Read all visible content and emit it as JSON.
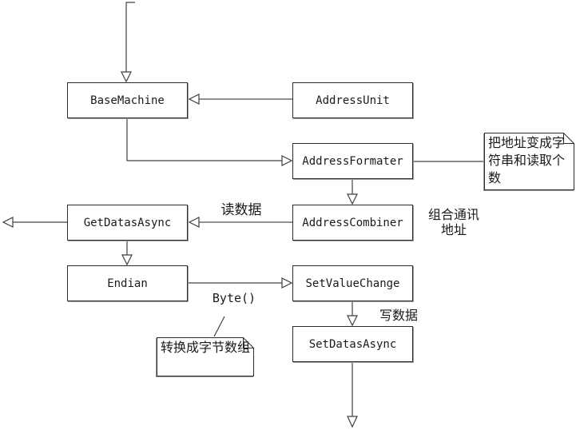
{
  "colors": {
    "background": "#ffffff",
    "box_fill": "#ffffff",
    "box_border": "#2b2b2b",
    "line_dark": "#404040",
    "line_gray": "#808080",
    "text": "#1a1a1a"
  },
  "nodes": [
    {
      "id": "base-machine",
      "label": "BaseMachine"
    },
    {
      "id": "address-unit",
      "label": "AddressUnit"
    },
    {
      "id": "address-formater",
      "label": "AddressFormater"
    },
    {
      "id": "get-datas-async",
      "label": "GetDatasAsync"
    },
    {
      "id": "address-combiner",
      "label": "AddressCombiner"
    },
    {
      "id": "endian",
      "label": "Endian"
    },
    {
      "id": "set-value-change",
      "label": "SetValueChange"
    },
    {
      "id": "set-datas-async",
      "label": "SetDatasAsync"
    }
  ],
  "notes": [
    {
      "id": "note-address-formater",
      "text": "把地址变成字符串和读取个数"
    },
    {
      "id": "note-endian-byte",
      "text": "转换成字节数组"
    }
  ],
  "edge_labels": [
    {
      "id": "read-data",
      "text": "读数据"
    },
    {
      "id": "combine-address",
      "text": "组合通讯地址"
    },
    {
      "id": "byte-call",
      "text": "Byte()"
    },
    {
      "id": "write-data",
      "text": "写数据"
    }
  ]
}
